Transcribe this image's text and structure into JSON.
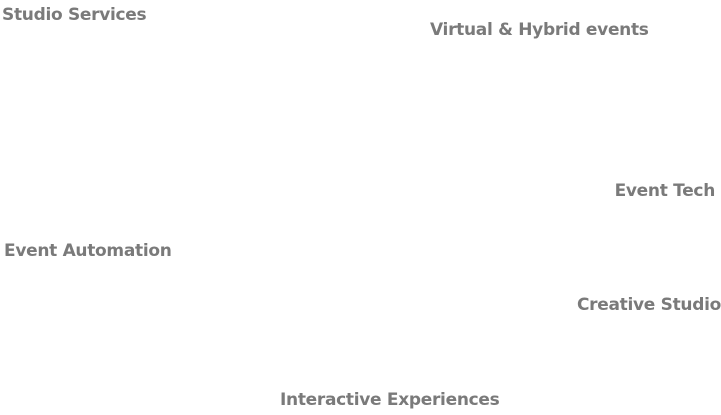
{
  "colors": {
    "text": "#7a7a7a",
    "background": "#ffffff"
  },
  "labels": [
    {
      "id": "studio-services",
      "text": "Studio Services"
    },
    {
      "id": "virtual-hybrid-events",
      "text": "Virtual & Hybrid events"
    },
    {
      "id": "event-tech",
      "text": "Event Tech"
    },
    {
      "id": "event-automation",
      "text": "Event Automation"
    },
    {
      "id": "creative-studio",
      "text": "Creative Studio"
    },
    {
      "id": "interactive-experiences",
      "text": "Interactive Experiences"
    }
  ]
}
